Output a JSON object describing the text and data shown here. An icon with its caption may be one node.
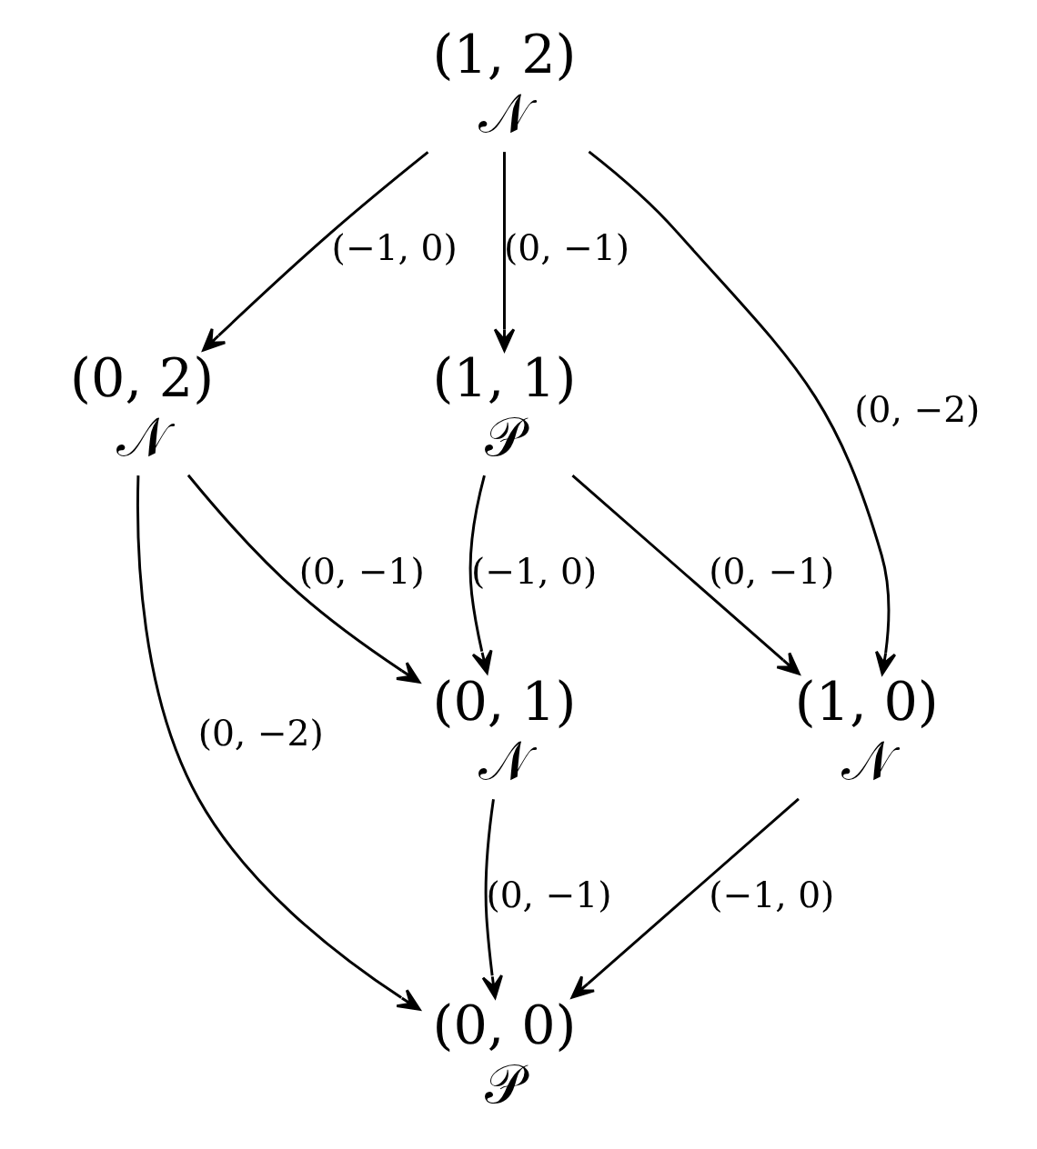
{
  "diagram": {
    "nodes": [
      {
        "text": [
          "(1, 2)",
          "𝒩"
        ]
      },
      {
        "text": [
          "(1, 1)",
          "𝒫"
        ]
      },
      {
        "text": [
          "(0, 2)",
          "𝒩"
        ]
      },
      {
        "text": [
          "(1, 0)",
          "𝒩"
        ]
      },
      {
        "text": [
          "(0, 1)",
          "𝒩"
        ]
      },
      {
        "text": [
          "(0, 0)",
          "𝒫"
        ]
      }
    ],
    "edges": [
      {
        "from": 0,
        "to": 1,
        "arrow": "to",
        "label": "(0, −1)"
      },
      {
        "from": 0,
        "to": 2,
        "arrow": "to",
        "label": "(−1, 0)"
      },
      {
        "from": 0,
        "to": 3,
        "arrow": "to",
        "label": "(0, −2)"
      },
      {
        "from": 1,
        "to": 3,
        "arrow": "to",
        "label": "(0, −1)"
      },
      {
        "from": 1,
        "to": 4,
        "arrow": "to",
        "label": "(−1, 0)"
      },
      {
        "from": 2,
        "to": 4,
        "arrow": "to",
        "label": "(0, −1)"
      },
      {
        "from": 2,
        "to": 5,
        "arrow": "to",
        "label": "(0, −2)"
      },
      {
        "from": 3,
        "to": 5,
        "arrow": "to",
        "label": "(−1, 0)"
      },
      {
        "from": 4,
        "to": 5,
        "arrow": "to",
        "label": "(0, −1)"
      }
    ]
  }
}
